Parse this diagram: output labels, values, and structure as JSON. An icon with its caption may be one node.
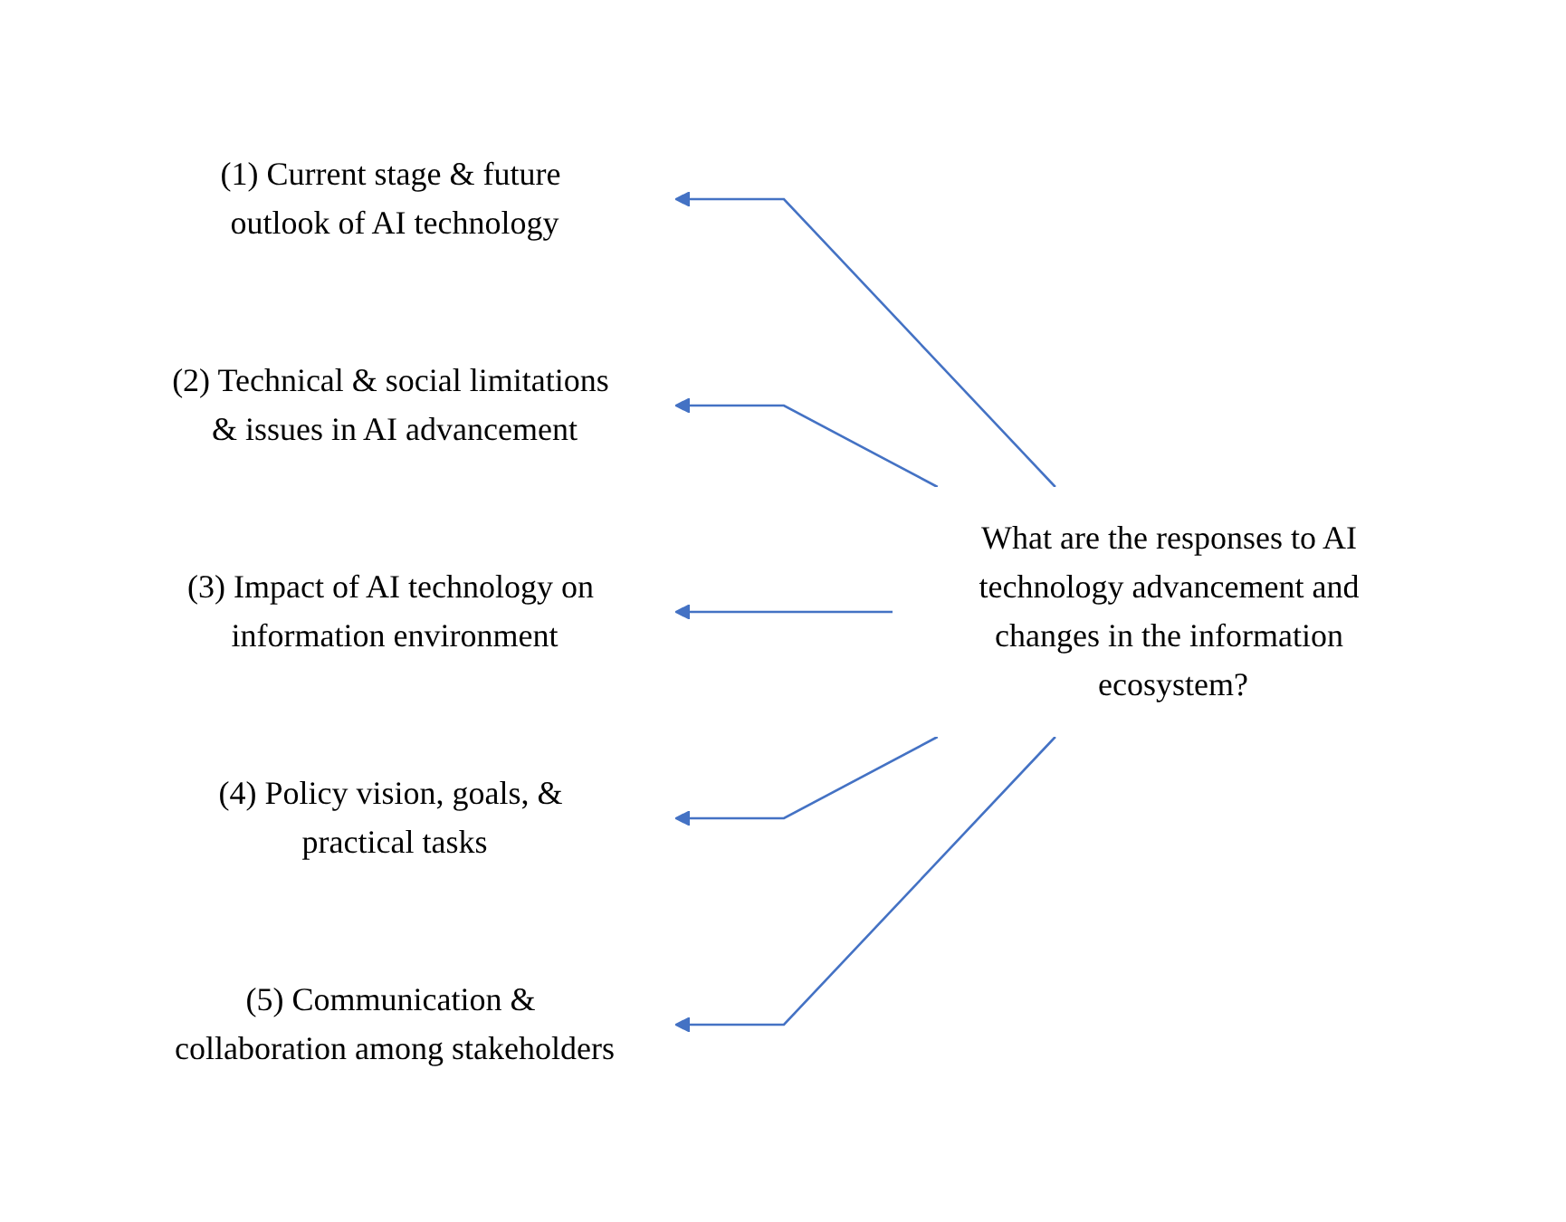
{
  "diagram": {
    "nodes": [
      {
        "text": [
          "(1) Current stage & future outlook of AI technology"
        ]
      },
      {
        "text": [
          "(2) Technical & social limitations & issues in AI advancement"
        ]
      },
      {
        "text": [
          "What are the responses to AI technology advancement and changes in the information ecosystem?"
        ]
      },
      {
        "text": [
          "(3) Impact of AI technology on information environment"
        ]
      },
      {
        "text": [
          "(4) Policy vision, goals, & practical tasks"
        ]
      },
      {
        "text": [
          "(5) Communication & collaboration among stakeholders"
        ]
      }
    ],
    "edges": [
      {
        "from": 2,
        "to": 0,
        "arrow": "to"
      },
      {
        "from": 2,
        "to": 1,
        "arrow": "to"
      },
      {
        "from": 2,
        "to": 3,
        "arrow": "to"
      },
      {
        "from": 2,
        "to": 4,
        "arrow": "to"
      },
      {
        "from": 2,
        "to": 5,
        "arrow": "to"
      }
    ]
  }
}
